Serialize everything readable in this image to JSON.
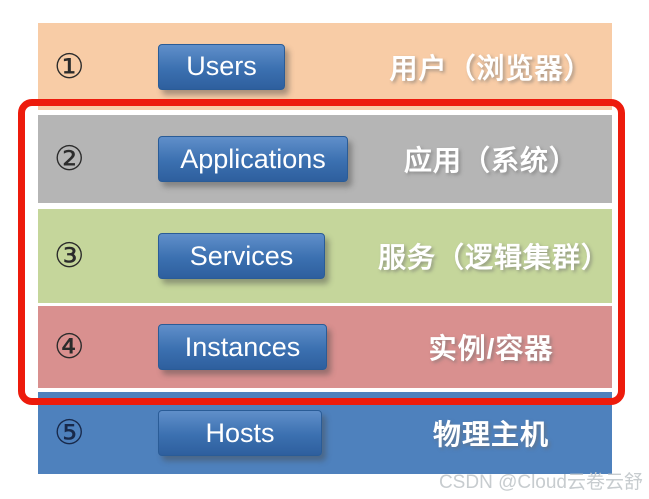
{
  "page": {
    "background": "#ffffff"
  },
  "layers": [
    {
      "num": "①",
      "button_label": "Users",
      "caption": "用户（浏览器）",
      "bg": "#f8cca6"
    },
    {
      "num": "②",
      "button_label": "Applications",
      "caption": "应用（系统）",
      "bg": "#b5b5b5"
    },
    {
      "num": "③",
      "button_label": "Services",
      "caption": "服务（逻辑集群）",
      "bg": "#c5d69b"
    },
    {
      "num": "④",
      "button_label": "Instances",
      "caption": "实例/容器",
      "bg": "#d9908f"
    },
    {
      "num": "⑤",
      "button_label": "Hosts",
      "caption": "物理主机",
      "bg": "#4e81bd"
    }
  ],
  "highlight": {
    "border_color": "#ed1b0c"
  },
  "button": {
    "gradient_top": "#608fca",
    "gradient_bottom": "#2e5f9e",
    "text_color": "#ffffff"
  },
  "watermark": "CSDN @Cloud云卷云舒"
}
